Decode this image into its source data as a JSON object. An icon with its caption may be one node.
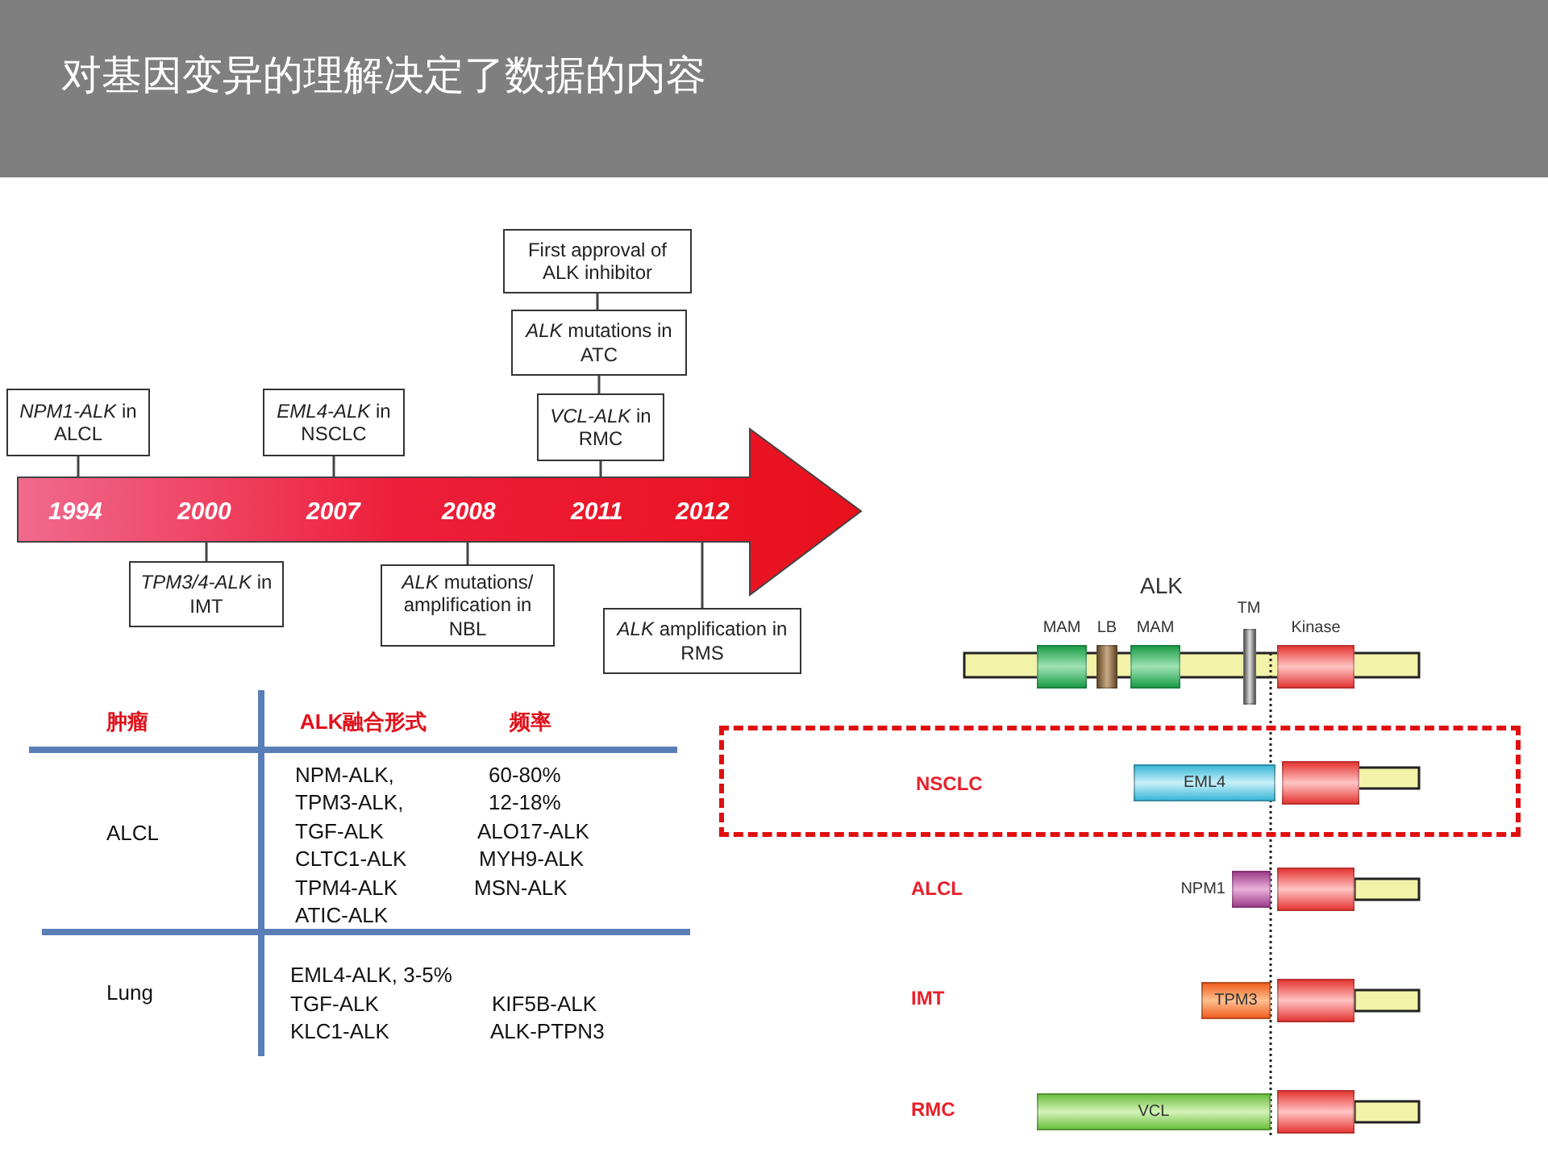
{
  "diagram": {
    "title": "对基因变异的理解决定了数据的内容",
    "nodes": [
      {
        "text": [
          "1994",
          "2000",
          "2007",
          "2008",
          "2011",
          "2012"
        ]
      },
      {
        "text": [
          "*NPM1-ALK* in ALCL"
        ]
      },
      {
        "text": [
          "*TPM3/4-ALK* in IMT"
        ]
      },
      {
        "text": [
          "*EML4-ALK* in NSCLC"
        ]
      },
      {
        "text": [
          "*ALK* mutations/ amplification in NBL"
        ]
      },
      {
        "text": [
          "First approval of ALK inhibitor"
        ]
      },
      {
        "text": [
          "*ALK* mutations in ATC"
        ]
      },
      {
        "text": [
          "*VCL-ALK* in RMC"
        ]
      },
      {
        "text": [
          "*ALK* amplification in RMS"
        ]
      },
      {
        "text": [
          "MAM"
        ]
      },
      {
        "text": [
          "LB"
        ]
      },
      {
        "text": [
          "MAM"
        ]
      },
      {
        "text": [
          "TM"
        ]
      },
      {
        "text": [
          "Kinase"
        ]
      },
      {
        "text": [
          "NSCLC"
        ]
      },
      {
        "text": [
          "EML4"
        ],
        "in": 14
      },
      {
        "text": [],
        "shape": "box",
        "in": 14
      },
      {
        "text": [
          "NPM1"
        ]
      },
      {
        "text": [],
        "shape": "box"
      },
      {
        "text": [
          "TPM3"
        ]
      },
      {
        "text": [],
        "shape": "box"
      },
      {
        "text": [
          "VCL"
        ]
      },
      {
        "text": [],
        "shape": "box"
      }
    ],
    "edges": [
      {
        "from": 1,
        "to": 0,
        "arrow": "none"
      },
      {
        "from": 2,
        "to": 0,
        "arrow": "none"
      },
      {
        "from": 3,
        "to": 0,
        "arrow": "none"
      },
      {
        "from": 4,
        "to": 0,
        "arrow": "none"
      },
      {
        "from": 5,
        "to": 6,
        "arrow": "none"
      },
      {
        "from": 6,
        "to": 7,
        "arrow": "none"
      },
      {
        "from": 7,
        "to": 0,
        "arrow": "none"
      },
      {
        "from": 8,
        "to": 0,
        "arrow": "none"
      }
    ],
    "labels": [
      "ALK",
      "肿瘤",
      "ALK融合形式",
      "频率",
      "ALCL",
      "NPM-ALK,",
      "60-80%",
      "TPM3-ALK,",
      "12-18%",
      "TGF-ALK",
      "ALO17-ALK",
      "CLTC1-ALK",
      "MYH9-ALK",
      "TPM4-ALK",
      "MSN-ALK",
      "ATIC-ALK",
      "Lung",
      "EML4-ALK, 3-5%",
      "TGF-ALK",
      "KIF5B-ALK",
      "KLC1-ALK",
      "ALK-PTPN3",
      "ALCL",
      "IMT",
      "RMC"
    ]
  }
}
